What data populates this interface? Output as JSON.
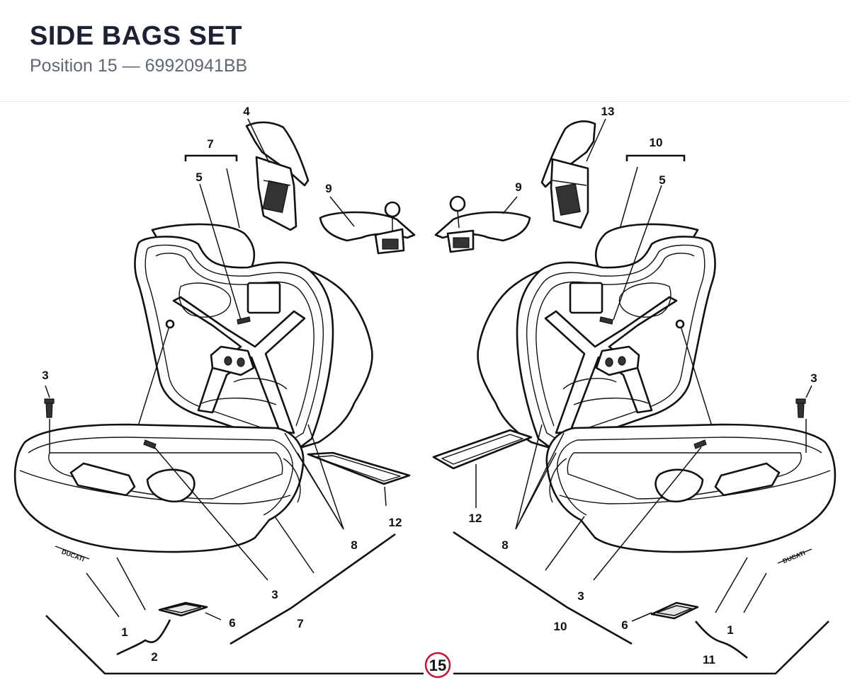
{
  "header": {
    "title": "SIDE BAGS SET",
    "subtitle": "Position 15 — 69920941BB"
  },
  "diagram": {
    "callout": "15",
    "labels": {
      "l4": "4",
      "l7top": "7",
      "l5left": "5",
      "l9left": "9",
      "l3left_top": "3",
      "l12left": "12",
      "l8left": "8",
      "l3left_bottom": "3",
      "l6left": "6",
      "l7bottom": "7",
      "l1left": "1",
      "l2": "2",
      "l13": "13",
      "l10top": "10",
      "l5right": "5",
      "l9right": "9",
      "l3right_top": "3",
      "l12right": "12",
      "l8right": "8",
      "l3right_bottom": "3",
      "l10bottom": "10",
      "l6right": "6",
      "l1right": "1",
      "l11": "11"
    }
  }
}
